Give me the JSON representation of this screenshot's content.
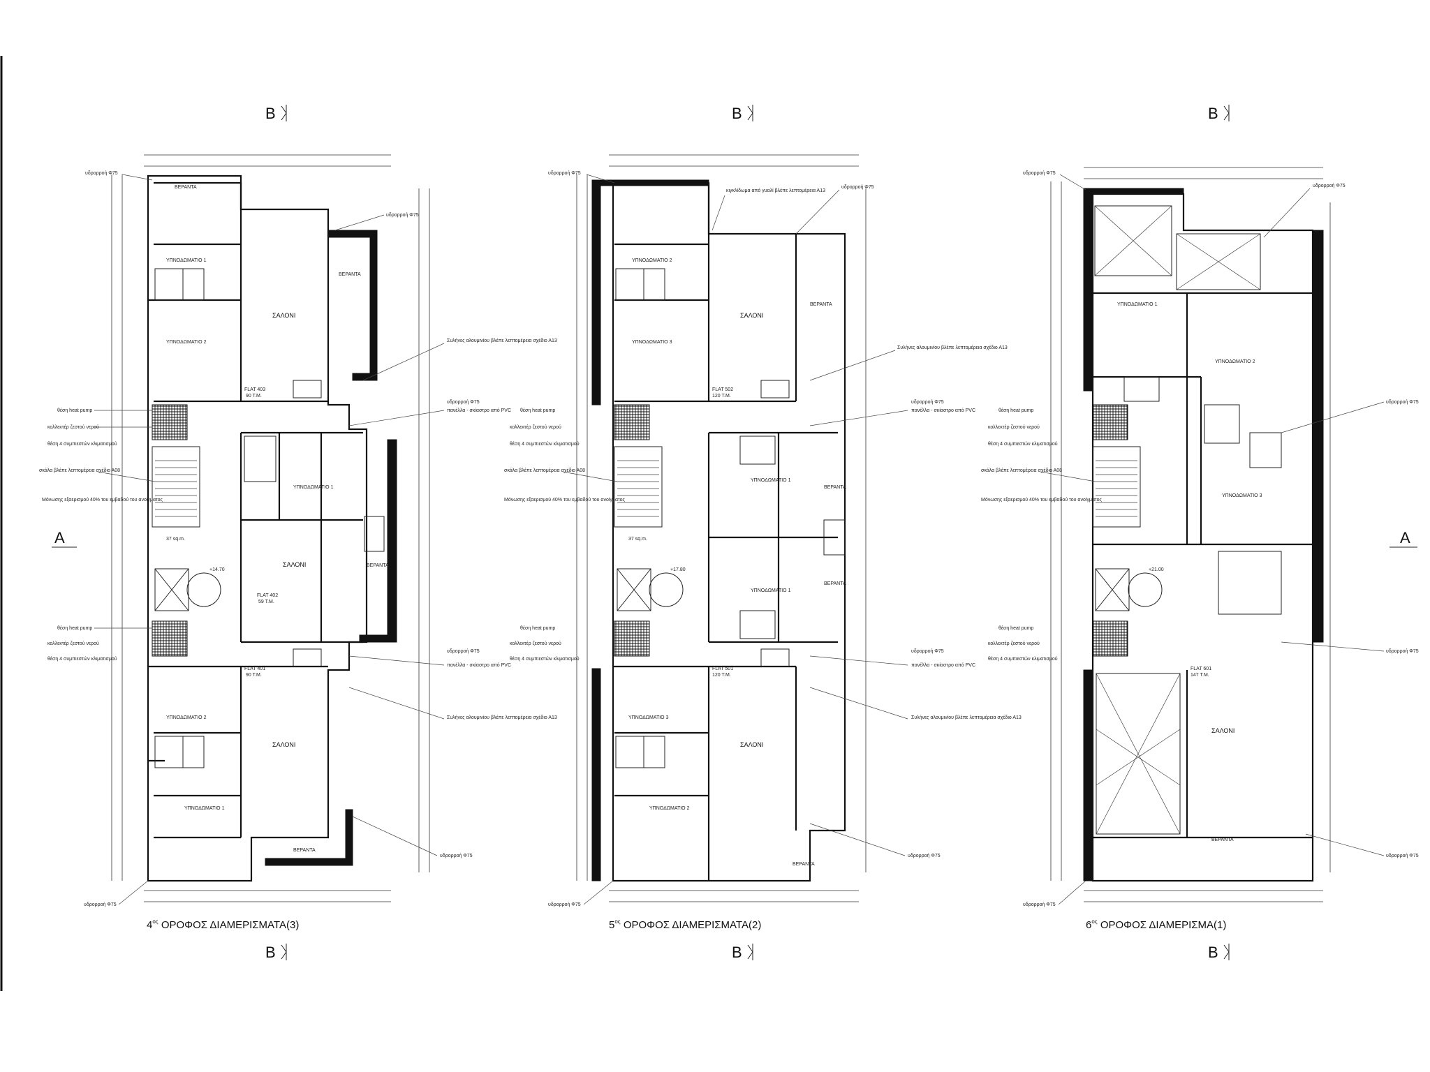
{
  "plans": [
    {
      "title_prefix": "4",
      "title_sup": "ος",
      "title_main": " ΟΡΟΦΟΣ ΔΙΑΜΕΡΙΣΜΑΤΑ(3)",
      "rooms": {
        "bed1_top": "ΥΠΝΟΔΩΜΑΤΙΟ 1",
        "bed2_top": "ΥΠΝΟΔΩΜΑΤΙΟ 2",
        "living_top": "ΣΑΛΟΝΙ",
        "veranda_top": "ΒΕΡΑΝΤΑ",
        "veranda_right": "ΒΕΡΑΝΤΑ",
        "bed1_mid": "ΥΠΝΟΔΩΜΑΤΙΟ 1",
        "living_mid": "ΣΑΛΟΝΙ",
        "veranda_mid": "ΒΕΡΑΝΤΑ",
        "bed2_bot": "ΥΠΝΟΔΩΜΑΤΙΟ 2",
        "bed1_bot": "ΥΠΝΟΔΩΜΑΤΙΟ 1",
        "living_bot": "ΣΑΛΟΝΙ",
        "veranda_bot": "ΒΕΡΑΝΤΑ"
      },
      "flats": [
        {
          "name": "FLAT 403",
          "area": "90 T.M."
        },
        {
          "name": "FLAT 402",
          "area": "59 T.M."
        },
        {
          "name": "FLAT 401",
          "area": "90 T.M."
        }
      ],
      "core_area": "37 sq.m.",
      "level": "+14.70",
      "notes": {
        "drain_top": "υδρορροή Φ75",
        "drain_top_right": "υδρορροή Φ75",
        "frames": "Συλήνες αλουμινίου βλέπε λεπτομέρεια σχέδιο Α13",
        "drain_mid_r": "υδρορροή Φ75",
        "panel": "πανέλλα - σκίαστρο από PVC",
        "heat_pump": "θέση heat pump",
        "solar": "κολλεκτέρ ζεστού νερού",
        "ac": "θέση 4 συμπιεστών κλιματισμού",
        "stair": "σκάλα βλέπε λεπτομέρεια σχέδιο Α08",
        "insulation": "Μόνωσης εξαερισμού 40% του εμβαδού του ανοίγματος",
        "drain_bot_l": "υδρορροή Φ75",
        "drain_bot_r": "υδρορροή Φ75"
      }
    },
    {
      "title_prefix": "5",
      "title_sup": "ος",
      "title_main": " ΟΡΟΦΟΣ ΔΙΑΜΕΡΙΣΜΑΤΑ(2)",
      "rooms": {
        "bed2_top": "ΥΠΝΟΔΩΜΑΤΙΟ 2",
        "bed3_top": "ΥΠΝΟΔΩΜΑΤΙΟ 3",
        "living_top": "ΣΑΛΟΝΙ",
        "veranda_top": "ΒΕΡΑΝΤΑ",
        "bed1_mid_a": "ΥΠΝΟΔΩΜΑΤΙΟ 1",
        "veranda_mid_a": "ΒΕΡΑΝΤΑ",
        "bed1_mid_b": "ΥΠΝΟΔΩΜΑΤΙΟ 1",
        "veranda_mid_b": "ΒΕΡΑΝΤΑ",
        "bed3_bot": "ΥΠΝΟΔΩΜΑΤΙΟ 3",
        "bed2_bot": "ΥΠΝΟΔΩΜΑΤΙΟ 2",
        "living_bot": "ΣΑΛΟΝΙ",
        "veranda_bot": "ΒΕΡΑΝΤΑ"
      },
      "flats": [
        {
          "name": "FLAT 502",
          "area": "120 T.M."
        },
        {
          "name": "FLAT 501",
          "area": "120 T.M."
        }
      ],
      "core_area": "37 sq.m.",
      "level": "+17.80",
      "notes": {
        "drain_top": "υδρορροή Φ75",
        "glass": "κιγκλίδωμα από γυαλί βλέπε λεπτομέρεια Α13",
        "drain_top_right": "υδρορροή Φ75",
        "frames": "Συλήνες αλουμινίου βλέπε λεπτομέρεια σχέδιο Α13",
        "drain_mid_r": "υδρορροή Φ75",
        "panel": "πανέλλα - σκίαστρο από PVC",
        "heat_pump": "θέση heat pump",
        "solar": "κολλεκτέρ ζεστού νερού",
        "ac": "θέση 4 συμπιεστών κλιματισμού",
        "stair": "σκάλα βλέπε λεπτομέρεια σχέδιο Α08",
        "insulation": "Μόνωσης εξαερισμού 40% του εμβαδού του ανοίγματος",
        "drain_bot_l": "υδρορροή Φ75",
        "drain_bot_r": "υδρορροή Φ75"
      }
    },
    {
      "title_prefix": "6",
      "title_sup": "ος",
      "title_main": " ΟΡΟΦΟΣ ΔΙΑΜΕΡΙΣΜΑ(1)",
      "rooms": {
        "bed1": "ΥΠΝΟΔΩΜΑΤΙΟ 1",
        "bed2": "ΥΠΝΟΔΩΜΑΤΙΟ 2",
        "bed3": "ΥΠΝΟΔΩΜΑΤΙΟ 3",
        "living": "ΣΑΛΟΝΙ",
        "veranda": "ΒΕΡΑΝΤΑ"
      },
      "flats": [
        {
          "name": "FLAT 601",
          "area": "147 T.M."
        }
      ],
      "level": "+21.00",
      "notes": {
        "drain_top": "υδρορροή Φ75",
        "drain_top_right": "υδρορροή Φ75",
        "drain_mid_r": "υδρορροή Φ75",
        "heat_pump": "θέση heat pump",
        "solar": "κολλεκτέρ ζεστού νερού",
        "ac": "θέση 4 συμπιεστών κλιματισμού",
        "stair": "σκάλα βλέπε λεπτομέρεια σχέδιο Α08",
        "insulation": "Μόνωσης εξαερισμού 40% του εμβαδού του ανοίγματος",
        "drain_bot_l": "υδρορροή Φ75",
        "drain_bot_r": "υδρορροή Φ75",
        "drain_r2": "υδρορροή Φ75"
      }
    }
  ],
  "section_marks": {
    "b": "B",
    "a": "A"
  }
}
